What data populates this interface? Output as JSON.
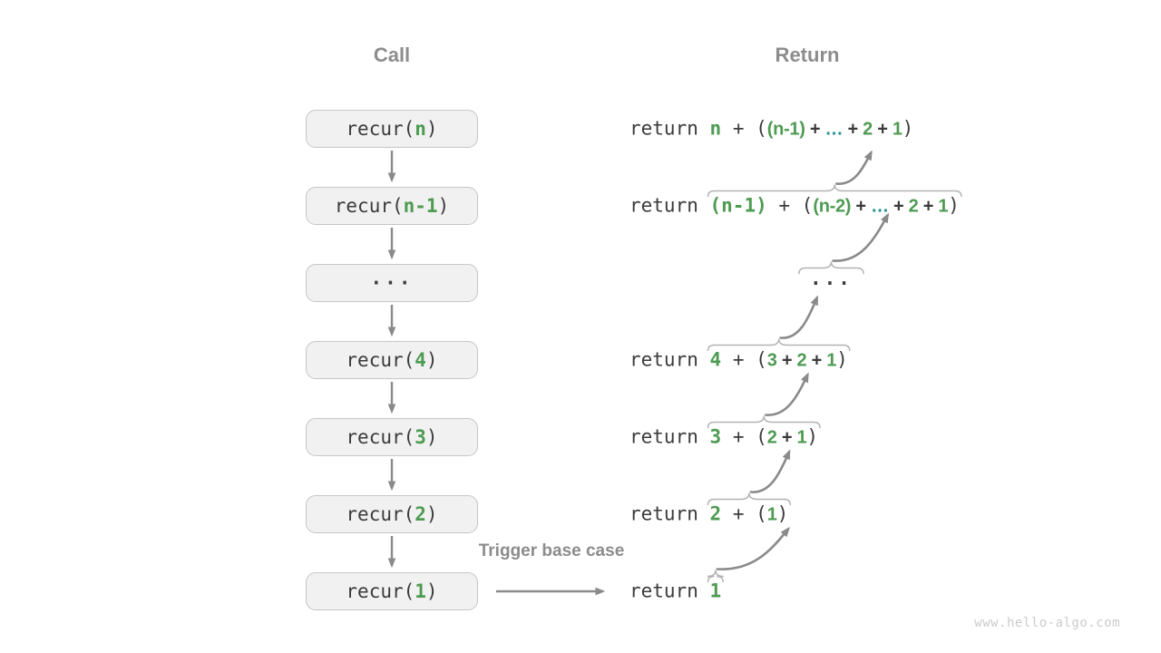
{
  "headers": {
    "call": "Call",
    "return": "Return"
  },
  "labels": {
    "base_case": "Trigger base case",
    "watermark": "www.hello-algo.com"
  },
  "colors": {
    "green": "#4e9b52",
    "teal": "#1f8f8f",
    "text": "#3b3b3b",
    "muted": "#8c8c8c",
    "box_fill": "#f1f1f1",
    "box_border": "#c6c6c6",
    "arrow": "#8a8a8a",
    "brace": "#b3b3b3",
    "watermark_color": "#cbcbcb"
  },
  "call_stack": [
    {
      "tokens": [
        [
          "recur(",
          "md"
        ],
        [
          "n",
          "mg"
        ],
        [
          ")",
          "md"
        ]
      ]
    },
    {
      "tokens": [
        [
          "recur(",
          "md"
        ],
        [
          "n-1",
          "mg"
        ],
        [
          ")",
          "md"
        ]
      ]
    },
    {
      "tokens": [
        [
          "...",
          "md dots"
        ]
      ]
    },
    {
      "tokens": [
        [
          "recur(",
          "md"
        ],
        [
          "4",
          "mg"
        ],
        [
          ")",
          "md"
        ]
      ]
    },
    {
      "tokens": [
        [
          "recur(",
          "md"
        ],
        [
          "3",
          "mg"
        ],
        [
          ")",
          "md"
        ]
      ]
    },
    {
      "tokens": [
        [
          "recur(",
          "md"
        ],
        [
          "2",
          "mg"
        ],
        [
          ")",
          "md"
        ]
      ]
    },
    {
      "tokens": [
        [
          "recur(",
          "md"
        ],
        [
          "1",
          "mg"
        ],
        [
          ")",
          "md"
        ]
      ]
    }
  ],
  "return_rows": [
    {
      "pre": [
        [
          "return ",
          "md"
        ],
        [
          "n",
          "mg"
        ],
        [
          " + ",
          "md"
        ],
        [
          "(",
          "md"
        ],
        [
          "(n-1)",
          "acc ag"
        ],
        [
          " + ",
          "acc ad"
        ],
        [
          "…",
          "acc at"
        ],
        [
          " + ",
          "acc ad"
        ],
        [
          "2",
          "acc ag"
        ],
        [
          " + ",
          "acc ad"
        ],
        [
          "1",
          "acc ag"
        ],
        [
          ")",
          "md"
        ]
      ],
      "braced": []
    },
    {
      "pre": [
        [
          "return ",
          "md"
        ]
      ],
      "braced": [
        [
          "(n-1)",
          "mg"
        ],
        [
          " + ",
          "md"
        ],
        [
          "(",
          "md"
        ],
        [
          "(n-2)",
          "acc ag"
        ],
        [
          " + ",
          "acc ad"
        ],
        [
          "…",
          "acc at"
        ],
        [
          " + ",
          "acc ad"
        ],
        [
          "2",
          "acc ag"
        ],
        [
          " + ",
          "acc ad"
        ],
        [
          "1",
          "acc ag"
        ],
        [
          ")",
          "md"
        ]
      ]
    },
    {
      "pre": [],
      "braced": [
        [
          "...",
          "md dots"
        ]
      ]
    },
    {
      "pre": [
        [
          "return ",
          "md"
        ]
      ],
      "braced": [
        [
          "4",
          "mg"
        ],
        [
          " + ",
          "md"
        ],
        [
          "(",
          "md"
        ],
        [
          "3",
          "acc ag"
        ],
        [
          " + ",
          "acc ad"
        ],
        [
          "2",
          "acc ag"
        ],
        [
          " + ",
          "acc ad"
        ],
        [
          "1",
          "acc ag"
        ],
        [
          ")",
          "md"
        ]
      ]
    },
    {
      "pre": [
        [
          "return ",
          "md"
        ]
      ],
      "braced": [
        [
          "3",
          "mg"
        ],
        [
          " + ",
          "md"
        ],
        [
          "(",
          "md"
        ],
        [
          "2",
          "acc ag"
        ],
        [
          " + ",
          "acc ad"
        ],
        [
          "1",
          "acc ag"
        ],
        [
          ")",
          "md"
        ]
      ]
    },
    {
      "pre": [
        [
          "return ",
          "md"
        ]
      ],
      "braced": [
        [
          "2",
          "mg"
        ],
        [
          " + ",
          "md"
        ],
        [
          "(",
          "md"
        ],
        [
          "1",
          "acc ag"
        ],
        [
          ")",
          "md"
        ]
      ]
    },
    {
      "pre": [
        [
          "return ",
          "md"
        ]
      ],
      "braced": [
        [
          "1",
          "mg"
        ]
      ]
    }
  ]
}
